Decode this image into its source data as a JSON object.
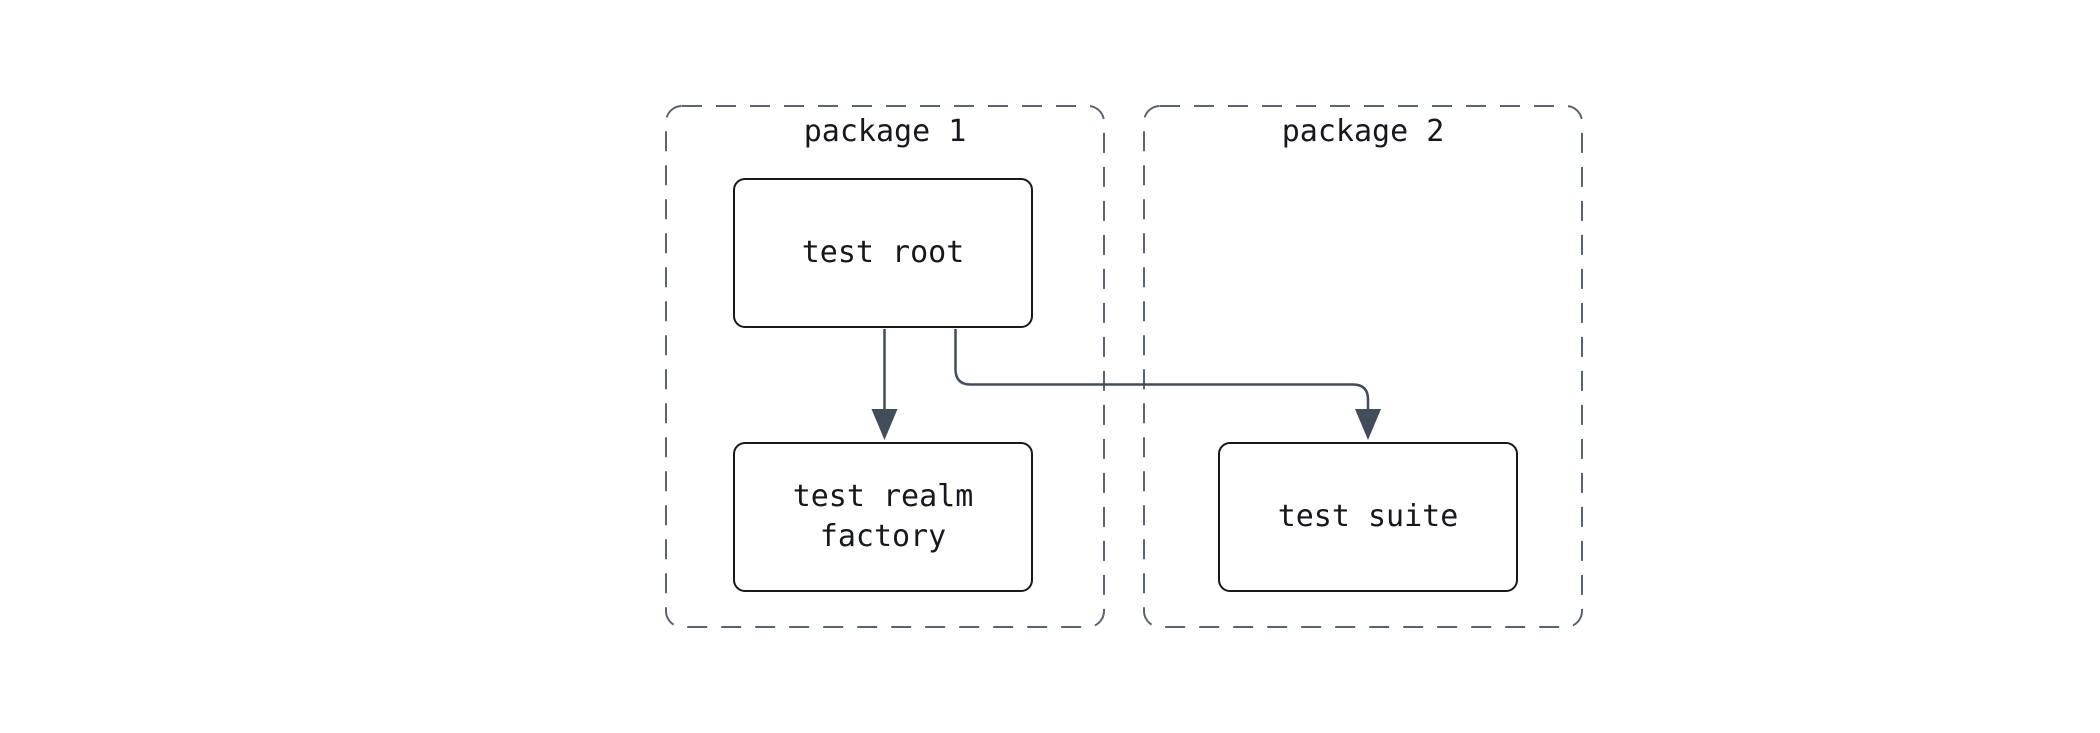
{
  "diagram": {
    "type": "flowchart",
    "packages": [
      {
        "label": "package 1"
      },
      {
        "label": "package 2"
      }
    ],
    "nodes": [
      {
        "id": "test-root",
        "label": "test root",
        "package": "package 1"
      },
      {
        "id": "test-realm-factory",
        "label": "test realm factory",
        "package": "package 1"
      },
      {
        "id": "test-suite",
        "label": "test suite",
        "package": "package 2"
      }
    ],
    "edges": [
      {
        "from": "test root",
        "to": "test realm factory"
      },
      {
        "from": "test root",
        "to": "test suite"
      }
    ],
    "colors": {
      "background": "#ffffff",
      "node_fill": "#ffffff",
      "node_border": "#17171c",
      "cluster_border": "#5a6370",
      "edge": "#434c5b",
      "text": "#15181d"
    }
  }
}
